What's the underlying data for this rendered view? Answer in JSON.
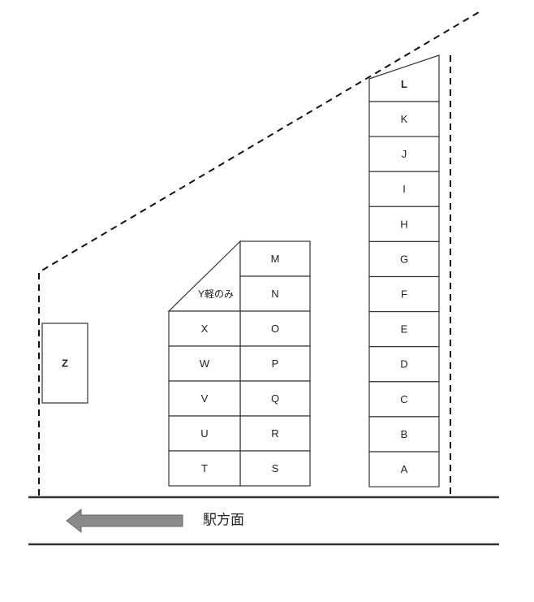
{
  "right_column": [
    "L",
    "K",
    "J",
    "I",
    "H",
    "G",
    "F",
    "E",
    "D",
    "C",
    "B",
    "A"
  ],
  "middle_column": [
    "M",
    "N",
    "O",
    "P",
    "Q",
    "R",
    "S"
  ],
  "left_column": [
    "X",
    "W",
    "V",
    "U",
    "T"
  ],
  "kei_only_label": "Y軽のみ",
  "separate_space": "Z",
  "direction_label": "駅方面",
  "colors": {
    "arrow": "#8a8a8a",
    "line": "#333333"
  }
}
